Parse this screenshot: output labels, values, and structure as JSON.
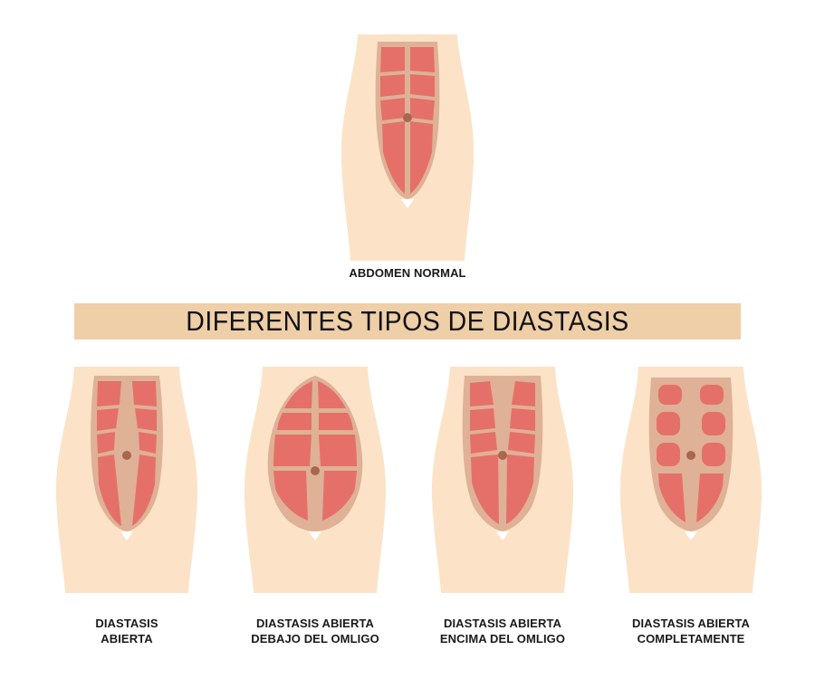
{
  "header": {
    "normal_label": "ABDOMEN NORMAL"
  },
  "banner": {
    "title": "DIFERENTES TIPOS DE DIASTASIS"
  },
  "types": [
    {
      "line1": "DIASTASIS",
      "line2": "ABIERTA"
    },
    {
      "line1": "DIASTASIS ABIERTA",
      "line2": "DEBAJO DEL OMLIGO"
    },
    {
      "line1": "DIASTASIS ABIERTA",
      "line2": "ENCIMA DEL OMLIGO"
    },
    {
      "line1": "DIASTASIS ABIERTA",
      "line2": "COMPLETAMENTE"
    }
  ],
  "colors": {
    "skin": "#fce3c8",
    "skin_outline": "#edc9a6",
    "fascia": "#dfb196",
    "muscle": "#e5706a",
    "navel": "#a9674f",
    "banner": "#efcfa8"
  },
  "icons": [
    "torso-normal-illustration",
    "torso-open-diastasis-illustration",
    "torso-below-navel-illustration",
    "torso-above-navel-illustration",
    "torso-complete-diastasis-illustration"
  ]
}
